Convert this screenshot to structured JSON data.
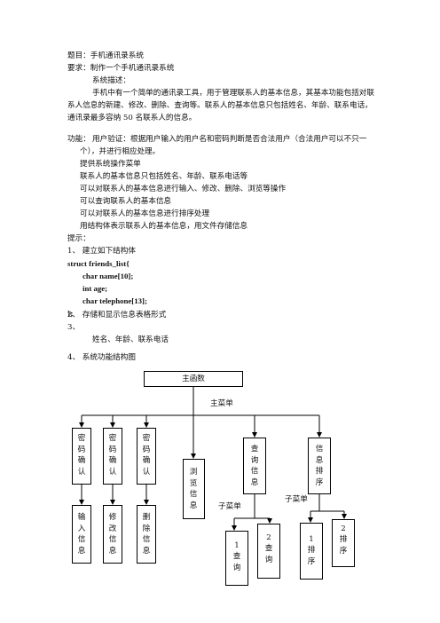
{
  "doc": {
    "title": "题目：手机通讯录系统",
    "requirement": "要求：制作一个手机通讯录系统",
    "desc_heading": "系统描述：",
    "desc_line1": "手机中有一个简单的通讯录工具，用于管理联系人的基本信息，其基本功能包括对联",
    "desc_line2": "系人信息的新建、修改、删除、查询等。联系人的基本信息只包括姓名、年龄、联系电话，",
    "desc_line3": "通讯录最多容纳 50 名联系人的信息。",
    "func_label": "功能：",
    "func_items": [
      "用户验证：根据用户输入的用户名和密码判断是否合法用户（合法用户可以不只一",
      "个），并进行相应处理。",
      "提供系统操作菜单",
      "联系人的基本信息只包括姓名、年龄、联系电话等",
      "可以对联系人的基本信息进行输入、修改、删除、浏览等操作",
      "可以查询联系人的基本信息",
      "可以对联系人的基本信息进行排序处理",
      "用结构体表示联系人的基本信息，用文件存储信息"
    ],
    "hint_label": "提示：",
    "hint1": "1、 建立如下结构体",
    "code": [
      "struct friends_list{",
      "char name[10];",
      "int age;",
      "char telephone[13];",
      "};"
    ],
    "hint2": "2、 存储和显示信息表格形式",
    "hint3": "3、",
    "hint3_fields": "姓名、年龄、联系电话",
    "hint4": "4、 系统功能结构图"
  },
  "diagram": {
    "main": "主函数",
    "main_menu_label": "主菜单",
    "submenu_label_1": "子菜单",
    "submenu_label_2": "子菜单",
    "level1": [
      {
        "id": "pw1",
        "text": "密码确认"
      },
      {
        "id": "pw2",
        "text": "密码确认"
      },
      {
        "id": "pw3",
        "text": "密码确认"
      },
      {
        "id": "browse",
        "text": "浏览信息"
      },
      {
        "id": "query",
        "text": "查询信息"
      },
      {
        "id": "sort",
        "text": "信息排序"
      }
    ],
    "level2": [
      {
        "id": "input",
        "text": "输入信息"
      },
      {
        "id": "modify",
        "text": "修改信息"
      },
      {
        "id": "delete",
        "text": "删除信息"
      },
      {
        "id": "q1",
        "num": "1",
        "text": "查询"
      },
      {
        "id": "q2",
        "num": "2",
        "text": "查询"
      },
      {
        "id": "s1",
        "num": "1",
        "text": "排序"
      },
      {
        "id": "s2",
        "num": "2",
        "text": "排序"
      }
    ]
  }
}
